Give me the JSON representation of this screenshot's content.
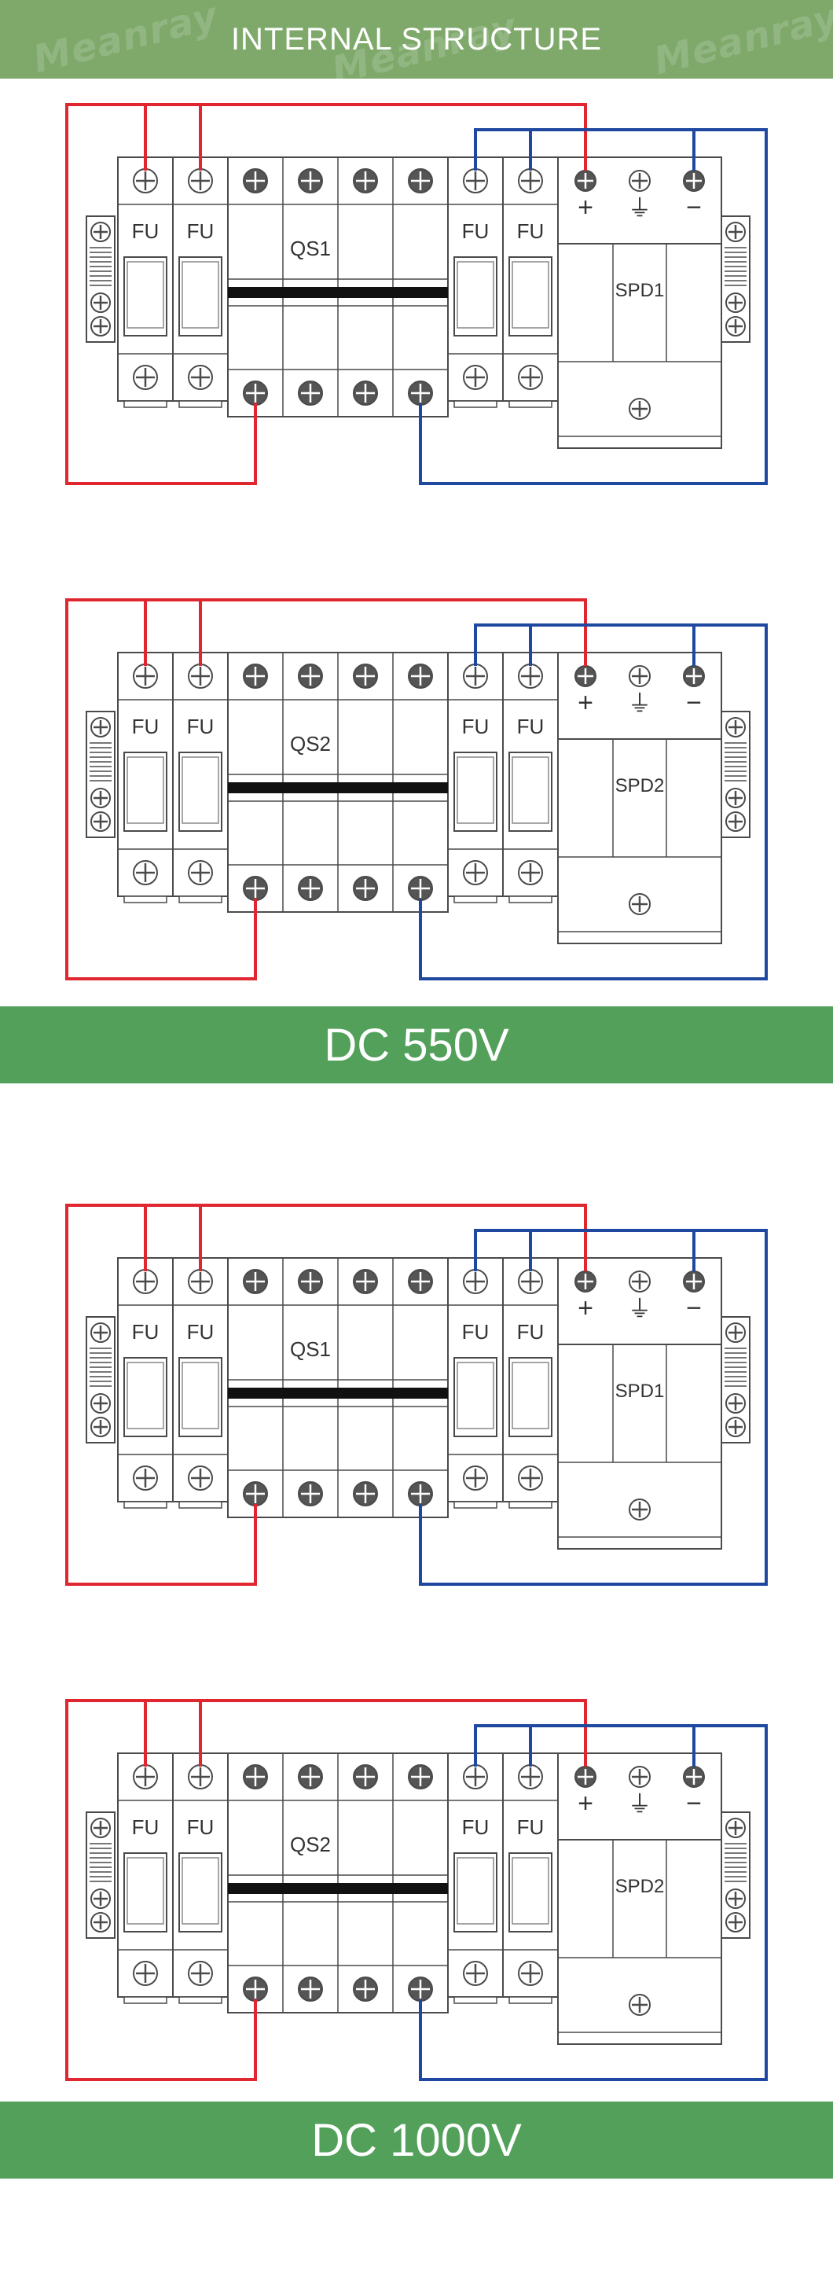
{
  "header": {
    "title": "INTERNAL STRUCTURE",
    "watermark": "Meanray"
  },
  "labels": {
    "fuse": "FU",
    "plus": "+",
    "minus": "−",
    "ground": "⏚"
  },
  "diagrams": [
    {
      "switch_label": "QS1",
      "spd_label": "SPD1"
    },
    {
      "switch_label": "QS2",
      "spd_label": "SPD2"
    },
    {
      "switch_label": "QS1",
      "spd_label": "SPD1"
    },
    {
      "switch_label": "QS2",
      "spd_label": "SPD2"
    }
  ],
  "sections": [
    {
      "label": "DC 550V"
    },
    {
      "label": "DC 1000V"
    }
  ],
  "colors": {
    "positive_wire": "#e0262f",
    "negative_wire": "#1f48a0",
    "banner_top": "#7ea96a",
    "banner_section": "#52a05a",
    "outline": "#4a4a4a"
  }
}
